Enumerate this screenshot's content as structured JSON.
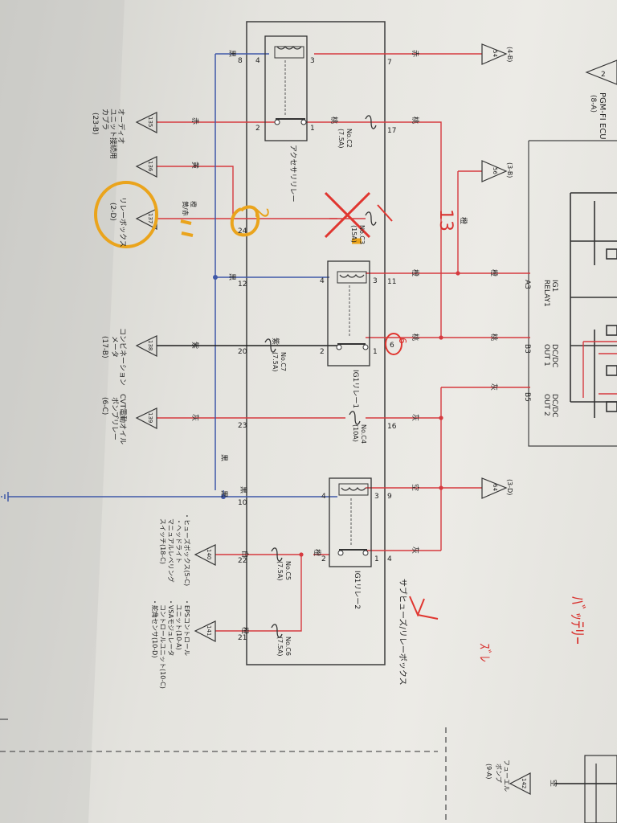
{
  "colors": {
    "red_wire": "#d63a3f",
    "blue_wire": "#3f58a8",
    "black_wire": "#1e1e1e",
    "ink_red": "#e03630",
    "ink_orange": "#eaa41c"
  },
  "ecu": {
    "number": "2",
    "name": "PGM-FI ECU",
    "ref": "(8-A)"
  },
  "box": {
    "name": "サブヒューズ/リレーボックス"
  },
  "relays": {
    "accessory": "アクセサリリレー",
    "ig1_1": "IG1リレー1",
    "ig1_2": "IG1リレー2"
  },
  "fuses": [
    {
      "name": "No.C2",
      "rating": "(7.5A)"
    },
    {
      "name": "No.C3",
      "rating": "(15A)"
    },
    {
      "name": "No.C7",
      "rating": "(7.5A)"
    },
    {
      "name": "No.C4",
      "rating": "(10A)"
    },
    {
      "name": "No.C5",
      "rating": "(7.5A)"
    },
    {
      "name": "No.C6",
      "rating": "(7.5A)"
    }
  ],
  "right_pins": [
    "7",
    "17",
    "11",
    "6",
    "16",
    "9",
    "4"
  ],
  "left_pins": [
    "8",
    "24",
    "12",
    "20",
    "23",
    "10",
    "22",
    "21"
  ],
  "wire_colors": {
    "red": "赤",
    "pink": "桃",
    "yellow": "黄",
    "orange": "橙",
    "purple": "紫",
    "gray": "灰",
    "blue": "空",
    "black": "黒",
    "white": "白",
    "yellow_red": "黄/赤"
  },
  "relay_pins": [
    "4",
    "3",
    "2",
    "1"
  ],
  "ig1_relay": {
    "label": "IG1",
    "sub": "RELAY1",
    "pin": "A3"
  },
  "dcdc1": {
    "label": "DC/DC",
    "sub": "OUT 1",
    "pin": "B3"
  },
  "dcdc2": {
    "label": "DC/DC",
    "sub": "OUT 2",
    "pin": "B5"
  },
  "connectors": [
    {
      "id": "54",
      "ref": "(4-B)"
    },
    {
      "id": "56",
      "ref": "(3-B)"
    },
    {
      "id": "64",
      "ref": "(3-D)"
    },
    {
      "id": "135",
      "ref": ""
    },
    {
      "id": "136",
      "ref": ""
    },
    {
      "id": "137",
      "ref": ""
    },
    {
      "id": "138",
      "ref": ""
    },
    {
      "id": "139",
      "ref": ""
    },
    {
      "id": "140",
      "ref": ""
    },
    {
      "id": "141",
      "ref": ""
    },
    {
      "id": "142",
      "ref": ""
    }
  ],
  "destinations": {
    "d135": [
      "オーディオ",
      "ユニット接続用",
      "カプラ",
      "(23-B)"
    ],
    "d137": [
      "リレーボックス",
      "(2-D)"
    ],
    "d138": [
      "コンビネーション",
      "メータ",
      "(17-B)"
    ],
    "d139": [
      "CVT電動オイル",
      "ポンプリレー",
      "(6-C)"
    ],
    "d140": [
      "・ヒューズボックス(5-C)",
      "・ヘッドライト",
      "マニュアルレベリング",
      "スイッチ(18-C)"
    ],
    "d141": [
      "・EPSコントロール",
      "ユニット(10-A)",
      "・VSAモジュレータ",
      "コントロールユニット(10-C)",
      "・舵角センサ(10-D)"
    ],
    "d142": [
      "フューエル",
      "ポンプ",
      "(9-A)"
    ]
  },
  "annotations": {
    "a1": "13",
    "a2": "2",
    "a3": "6",
    "a4": "ﾊﾞｯﾃﾘｰ",
    "a5": "ｽﾞﾚ"
  }
}
